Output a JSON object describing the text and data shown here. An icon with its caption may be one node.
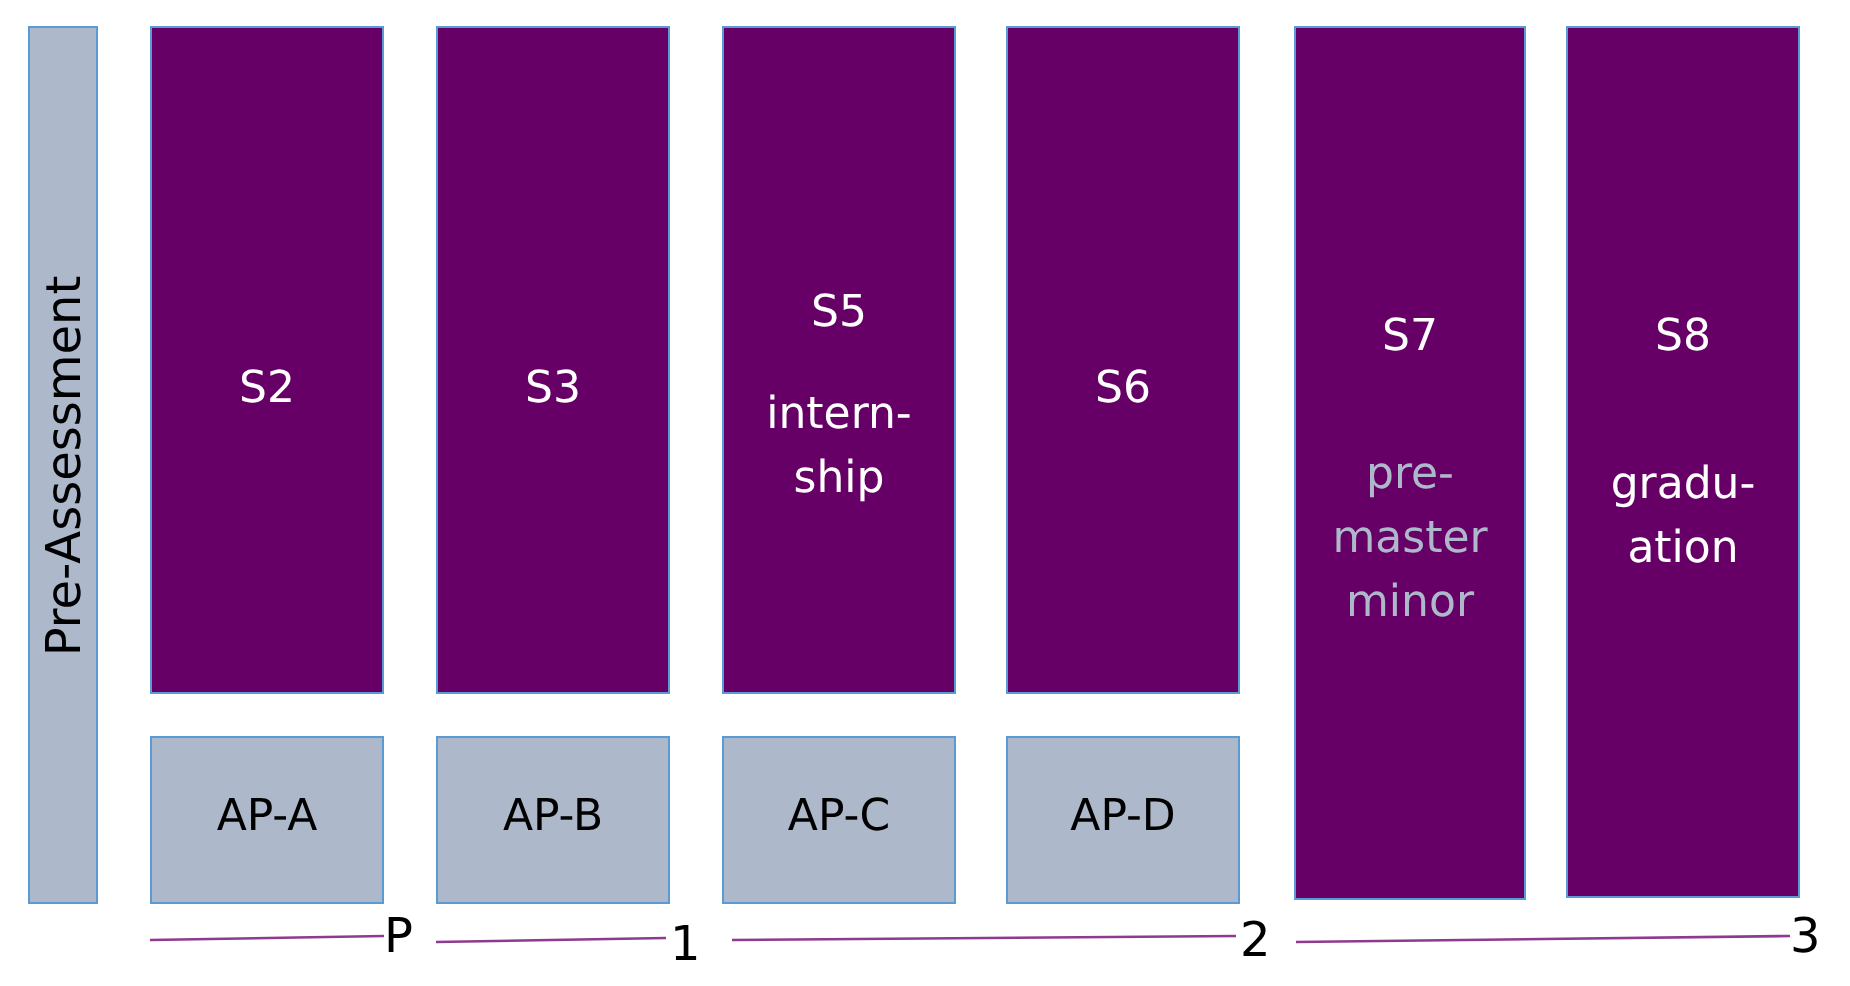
{
  "diagram": {
    "nodes": [
      {
        "text": [
          "Pre-Assessment"
        ]
      },
      {
        "text": [
          "S2"
        ]
      },
      {
        "text": [
          "AP-A"
        ]
      },
      {
        "text": [
          "S3"
        ]
      },
      {
        "text": [
          "AP-B"
        ]
      },
      {
        "text": [
          "S5",
          "intern- ship"
        ]
      },
      {
        "text": [
          "AP-C"
        ]
      },
      {
        "text": [
          "S6"
        ]
      },
      {
        "text": [
          "AP-D"
        ]
      },
      {
        "text": [
          "S7",
          "pre- master minor"
        ]
      },
      {
        "text": [
          "S8",
          "gradu- ation"
        ]
      }
    ],
    "labels": [
      "P",
      "1",
      "2",
      "3"
    ]
  }
}
